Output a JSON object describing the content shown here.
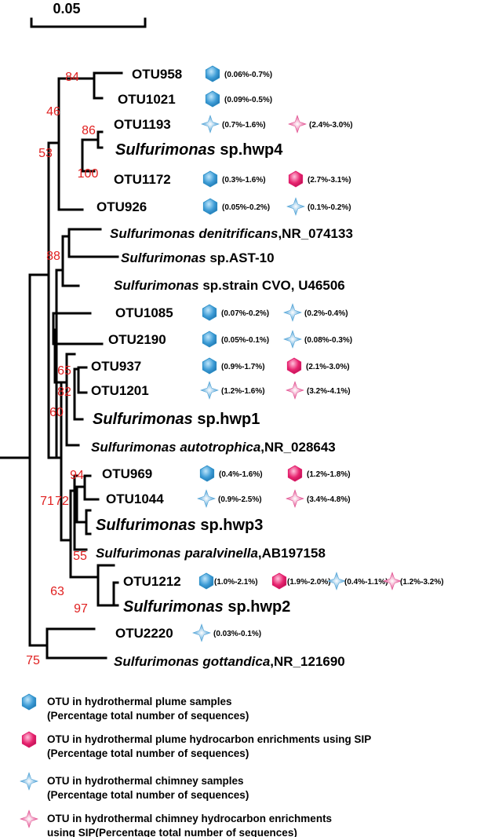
{
  "scale_bar": {
    "label": "0.05"
  },
  "colors": {
    "plume": "#2a8ec6",
    "sip_plume": "#e01a6a",
    "chimney": "#4fa3d6",
    "sip_chimney": "#e04a8c",
    "bootstrap": "#e02020"
  },
  "leaves": [
    {
      "name": "OTU958",
      "italic": "",
      "rest": "",
      "markers": [
        {
          "icon": "blue-hexagon-icon",
          "range": "(0.06%-0.7%)"
        }
      ]
    },
    {
      "name": "OTU1021",
      "italic": "",
      "rest": "",
      "markers": [
        {
          "icon": "blue-hexagon-icon",
          "range": "(0.09%-0.5%)"
        }
      ]
    },
    {
      "name": "OTU1193",
      "italic": "",
      "rest": "",
      "markers": [
        {
          "icon": "blue-star-icon",
          "range": "(0.7%-1.6%)"
        },
        {
          "icon": "pink-star-icon",
          "range": "(2.4%-3.0%)"
        }
      ]
    },
    {
      "name": "",
      "italic": "Sulfurimonas",
      "rest": " sp.hwp4",
      "markers": []
    },
    {
      "name": "OTU1172",
      "italic": "",
      "rest": "",
      "markers": [
        {
          "icon": "blue-hexagon-icon",
          "range": "(0.3%-1.6%)"
        },
        {
          "icon": "pink-hexagon-icon",
          "range": "(2.7%-3.1%)"
        }
      ]
    },
    {
      "name": "OTU926",
      "italic": "",
      "rest": "",
      "markers": [
        {
          "icon": "blue-hexagon-icon",
          "range": "(0.05%-0.2%)"
        },
        {
          "icon": "blue-star-icon",
          "range": "(0.1%-0.2%)"
        }
      ]
    },
    {
      "name": "",
      "italic": "Sulfurimonas denitrificans",
      "rest": ",NR_074133",
      "markers": []
    },
    {
      "name": "",
      "italic": "Sulfurimonas",
      "rest": " sp.AST-10",
      "markers": []
    },
    {
      "name": "",
      "italic": "Sulfurimonas",
      "rest": " sp.strain CVO, U46506",
      "markers": []
    },
    {
      "name": "OTU1085",
      "italic": "",
      "rest": "",
      "markers": [
        {
          "icon": "blue-hexagon-icon",
          "range": "(0.07%-0.2%)"
        },
        {
          "icon": "blue-star-icon",
          "range": "(0.2%-0.4%)"
        }
      ]
    },
    {
      "name": "OTU2190",
      "italic": "",
      "rest": "",
      "markers": [
        {
          "icon": "blue-hexagon-icon",
          "range": "(0.05%-0.1%)"
        },
        {
          "icon": "blue-star-icon",
          "range": "(0.08%-0.3%)"
        }
      ]
    },
    {
      "name": "OTU937",
      "italic": "",
      "rest": "",
      "markers": [
        {
          "icon": "blue-hexagon-icon",
          "range": "(0.9%-1.7%)"
        },
        {
          "icon": "pink-hexagon-icon",
          "range": "(2.1%-3.0%)"
        }
      ]
    },
    {
      "name": "OTU1201",
      "italic": "",
      "rest": "",
      "markers": [
        {
          "icon": "blue-star-icon",
          "range": "(1.2%-1.6%)"
        },
        {
          "icon": "pink-star-icon",
          "range": "(3.2%-4.1%)"
        }
      ]
    },
    {
      "name": "",
      "italic": "Sulfurimonas",
      "rest": " sp.hwp1",
      "markers": []
    },
    {
      "name": "",
      "italic": "Sulfurimonas autotrophica",
      "rest": ",NR_028643",
      "markers": []
    },
    {
      "name": "OTU969",
      "italic": "",
      "rest": "",
      "markers": [
        {
          "icon": "blue-hexagon-icon",
          "range": "(0.4%-1.6%)"
        },
        {
          "icon": "pink-hexagon-icon",
          "range": "(1.2%-1.8%)"
        }
      ]
    },
    {
      "name": "OTU1044",
      "italic": "",
      "rest": "",
      "markers": [
        {
          "icon": "blue-star-icon",
          "range": "(0.9%-2.5%)"
        },
        {
          "icon": "pink-star-icon",
          "range": "(3.4%-4.8%)"
        }
      ]
    },
    {
      "name": "",
      "italic": "Sulfurimonas",
      "rest": " sp.hwp3",
      "markers": []
    },
    {
      "name": "",
      "italic": "Sulfurimonas paralvinella",
      "rest": ",AB197158",
      "markers": []
    },
    {
      "name": "OTU1212",
      "italic": "",
      "rest": "",
      "markers": [
        {
          "icon": "blue-hexagon-icon",
          "range": "(1.0%-2.1%)"
        },
        {
          "icon": "pink-hexagon-icon",
          "range": "(1.9%-2.0%)"
        },
        {
          "icon": "blue-star-icon",
          "range": "(0.4%-1.1%)"
        },
        {
          "icon": "pink-star-icon",
          "range": "(1.2%-3.2%)"
        }
      ]
    },
    {
      "name": "",
      "italic": "Sulfurimonas",
      "rest": " sp.hwp2",
      "markers": []
    },
    {
      "name": "OTU2220",
      "italic": "",
      "rest": "",
      "markers": [
        {
          "icon": "blue-star-icon",
          "range": "(0.03%-0.1%)"
        }
      ]
    },
    {
      "name": "",
      "italic": "Sulfurimonas gottandica",
      "rest": ",NR_121690",
      "markers": []
    }
  ],
  "bootstrap_values": [
    "84",
    "46",
    "86",
    "53",
    "100",
    "88",
    "65",
    "82",
    "60",
    "94",
    "71",
    "72",
    "55",
    "63",
    "97",
    "75"
  ],
  "legend": [
    {
      "icon": "blue-hexagon-icon",
      "line1": "OTU in hydrothermal plume samples",
      "line2": "(Percentage total number of sequences)"
    },
    {
      "icon": "pink-hexagon-icon",
      "line1": "OTU in  hydrothermal plume hydrocarbon enrichments using SIP",
      "line2": "(Percentage total number of sequences)"
    },
    {
      "icon": "blue-star-icon",
      "line1": "OTU in hydrothermal chimney samples",
      "line2": "(Percentage total number of sequences)"
    },
    {
      "icon": "pink-star-icon",
      "line1": "OTU in  hydrothermal chimney  hydrocarbon enrichments",
      "line2": "using SIP(Percentage total number of sequences)"
    }
  ]
}
